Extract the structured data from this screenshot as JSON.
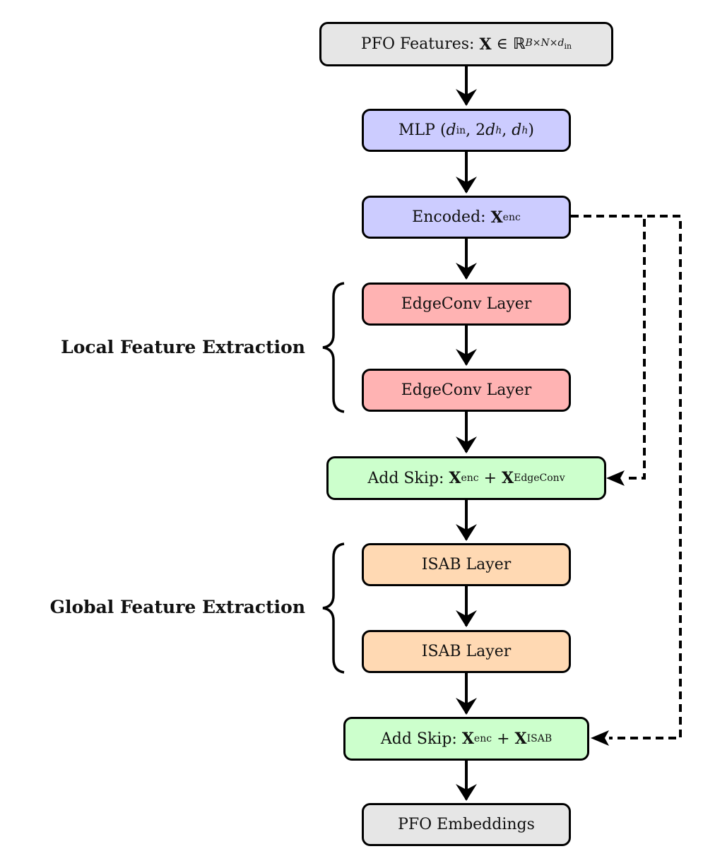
{
  "nodes": {
    "input": {
      "label": "PFO Features:",
      "math": {
        "var": "X",
        "set": "ℝ",
        "exponent_parts": [
          "B",
          "×",
          "N",
          "×",
          "d"
        ],
        "exponent_sub": "in"
      }
    },
    "mlp": {
      "label": "MLP",
      "math": {
        "d": "d",
        "in_sub": "in",
        "two": "2",
        "h_sub": "h"
      }
    },
    "encoded": {
      "label": "Encoded:",
      "math": {
        "var": "X",
        "sub": "enc"
      }
    },
    "edgeconv_1": {
      "label": "EdgeConv Layer"
    },
    "edgeconv_2": {
      "label": "EdgeConv Layer"
    },
    "add_skip_1": {
      "label": "Add Skip:",
      "math": {
        "var": "X",
        "sub_a": "enc",
        "plus": "+",
        "sub_b": "EdgeConv"
      }
    },
    "isab_1": {
      "label": "ISAB Layer"
    },
    "isab_2": {
      "label": "ISAB Layer"
    },
    "add_skip_2": {
      "label": "Add Skip:",
      "math": {
        "var": "X",
        "sub_a": "enc",
        "plus": "+",
        "sub_b": "ISAB"
      }
    },
    "output": {
      "label": "PFO Embeddings"
    }
  },
  "groups": {
    "local": {
      "label": "Local Feature Extraction"
    },
    "global": {
      "label": "Global Feature Extraction"
    }
  },
  "colors": {
    "gray": "#e6e6e6",
    "blue": "#ccccff",
    "red": "#ffb3b3",
    "green": "#ccffcc",
    "orange": "#ffd9b3",
    "stroke": "#000000"
  }
}
